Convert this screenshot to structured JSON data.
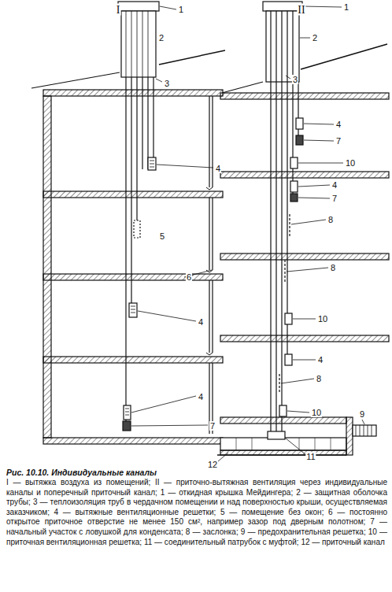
{
  "diagram": {
    "title": "Рис. 10.10. Индивидуальные каналы",
    "caption": "I — вытяжка воздуха из помещений; II — приточно-вытяжная вентиляция через индивидуальные каналы и поперечный приточный канал; 1 — откидная крышка Мейдингера; 2 — защитная оболочка трубы; 3 — теплоизоляция труб в чердачном помещении и над поверхностью крыши, осуществляемая заказчиком; 4 — вытяжные вентиляционные решетки; 5 — помещение без окон; 6 — постоянно открытое приточное отверстие не менее 150 см², например зазор под дверным полотном; 7 — начальный участок с ловушкой для конденсата; 8 — заслонка; 9 — предохранительная решетка; 10 — приточная вентиляционная решетка; 11 — соединительный патрубок с муфтой; 12 — приточный канал",
    "labels": [
      "I",
      "1",
      "2",
      "3",
      "4",
      "5",
      "6",
      "4",
      "4",
      "7",
      "II",
      "1",
      "2",
      "3",
      "4",
      "7",
      "10",
      "4",
      "7",
      "8",
      "8",
      "10",
      "4",
      "8",
      "9",
      "10",
      "11",
      "12"
    ]
  }
}
